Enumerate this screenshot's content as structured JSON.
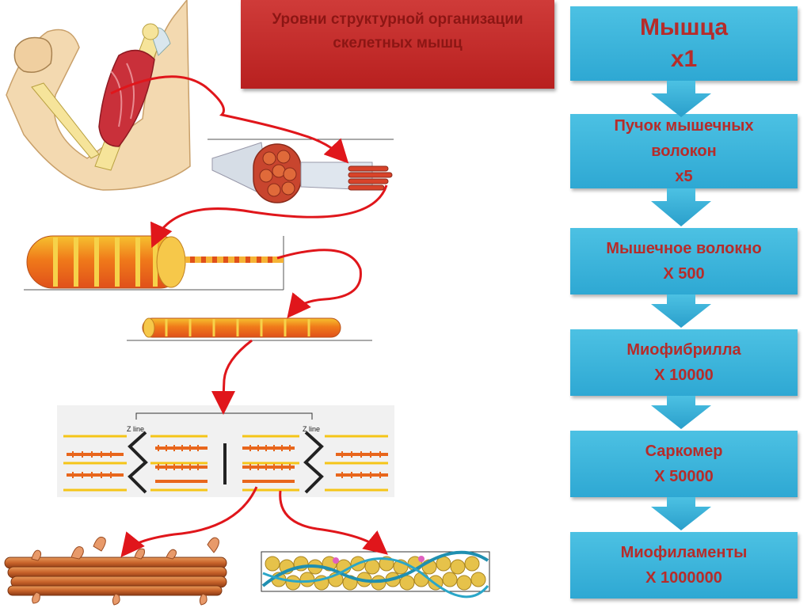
{
  "title": "Уровни структурной организации скелетных мышц",
  "levels": [
    {
      "name": "Мышца",
      "mag": "x1"
    },
    {
      "name": "Пучок мышечных волокон",
      "mag": "x5"
    },
    {
      "name": "Мышечное волокно",
      "mag": "X 500"
    },
    {
      "name": "Миофибрилла",
      "mag": "X 10000"
    },
    {
      "name": "Саркомер",
      "mag": "X 50000"
    },
    {
      "name": "Миофиламенты",
      "mag": "X 1000000"
    }
  ],
  "sarcomere": {
    "zline_left": "Z line",
    "zline_right": "Z line"
  },
  "colors": {
    "title_bg": "#c62d2b",
    "box_bg": "#3bb3dc",
    "box_text": "#b62c2a",
    "arrow_red": "#e0161b"
  }
}
